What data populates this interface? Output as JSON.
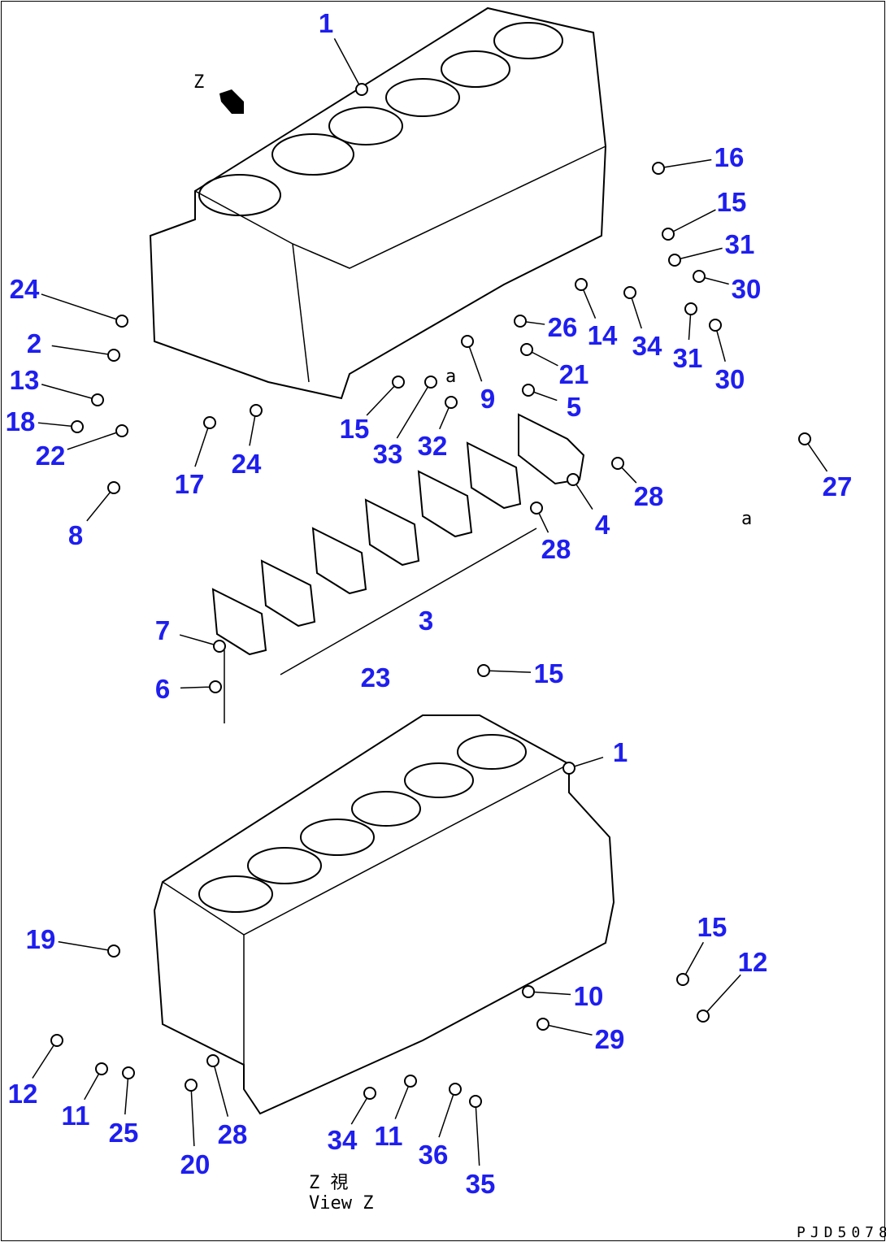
{
  "diagram": {
    "view_marker": "Z",
    "view_caption_jp": "Z 視",
    "view_caption_en": "View Z",
    "reference_mark": "a",
    "drawing_code": "PJD5078",
    "label_color": "#1e1ef0",
    "callouts": [
      "1",
      "16",
      "15",
      "31",
      "30",
      "24",
      "2",
      "13",
      "18",
      "22",
      "26",
      "14",
      "34",
      "31",
      "30",
      "21",
      "9",
      "5",
      "15",
      "33",
      "32",
      "17",
      "24",
      "8",
      "28",
      "27",
      "4",
      "28",
      "3",
      "7",
      "6",
      "23",
      "15",
      "1",
      "19",
      "15",
      "12",
      "10",
      "29",
      "12",
      "11",
      "25",
      "28",
      "20",
      "34",
      "11",
      "36",
      "35"
    ]
  }
}
